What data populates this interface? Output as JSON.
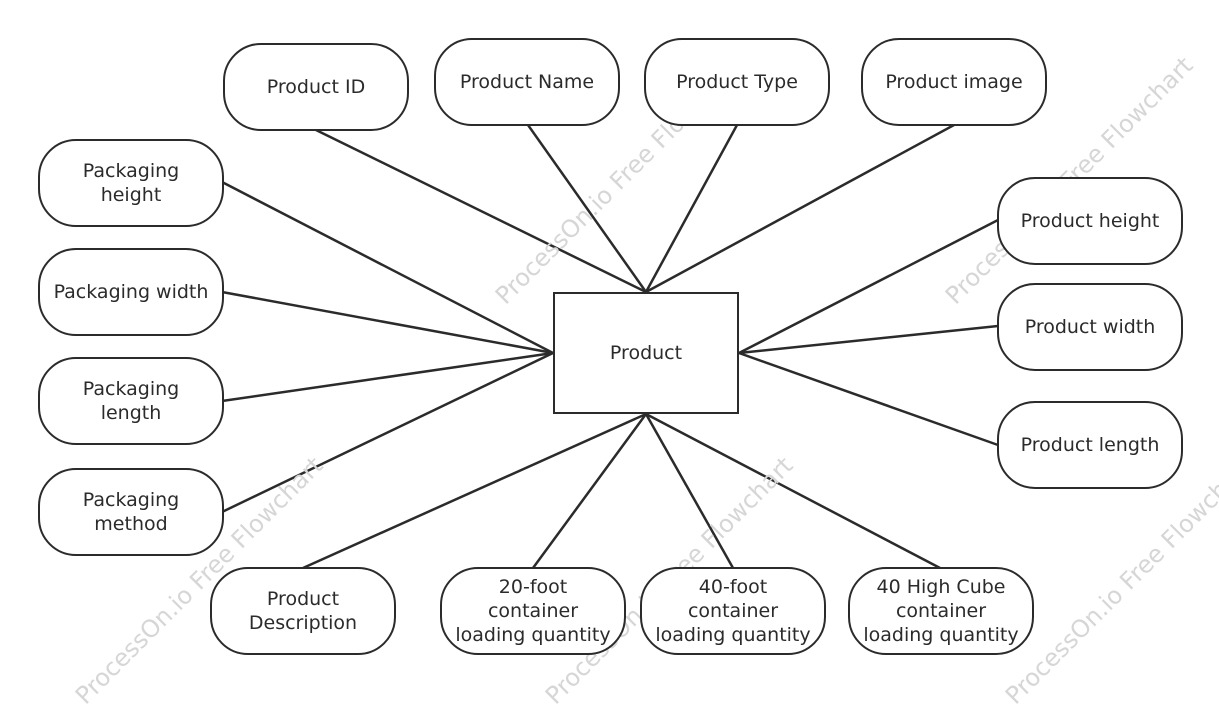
{
  "diagram": {
    "center": {
      "id": "product",
      "label": "Product"
    },
    "nodes": [
      {
        "id": "product-id",
        "label": "Product ID"
      },
      {
        "id": "product-name",
        "label": "Product Name"
      },
      {
        "id": "product-type",
        "label": "Product Type"
      },
      {
        "id": "product-image",
        "label": "Product image"
      },
      {
        "id": "packaging-height",
        "label": "Packaging\nheight"
      },
      {
        "id": "packaging-width",
        "label": "Packaging width"
      },
      {
        "id": "packaging-length",
        "label": "Packaging\nlength"
      },
      {
        "id": "packaging-method",
        "label": "Packaging\nmethod"
      },
      {
        "id": "product-height",
        "label": "Product height"
      },
      {
        "id": "product-width",
        "label": "Product width"
      },
      {
        "id": "product-length",
        "label": "Product length"
      },
      {
        "id": "product-description",
        "label": "Product\nDescription"
      },
      {
        "id": "20ft-loading",
        "label": "20-foot\ncontainer\nloading quantity"
      },
      {
        "id": "40ft-loading",
        "label": "40-foot\ncontainer\nloading quantity"
      },
      {
        "id": "40hc-loading",
        "label": "40 High Cube\ncontainer\nloading quantity"
      }
    ],
    "edges": [
      [
        "product",
        "product-id"
      ],
      [
        "product",
        "product-name"
      ],
      [
        "product",
        "product-type"
      ],
      [
        "product",
        "product-image"
      ],
      [
        "product",
        "packaging-height"
      ],
      [
        "product",
        "packaging-width"
      ],
      [
        "product",
        "packaging-length"
      ],
      [
        "product",
        "packaging-method"
      ],
      [
        "product",
        "product-height"
      ],
      [
        "product",
        "product-width"
      ],
      [
        "product",
        "product-length"
      ],
      [
        "product",
        "product-description"
      ],
      [
        "product",
        "20ft-loading"
      ],
      [
        "product",
        "40ft-loading"
      ],
      [
        "product",
        "40hc-loading"
      ]
    ]
  },
  "watermark": {
    "text": "ProcessOn.io Free Flowchart"
  },
  "colors": {
    "stroke": "#2b2b2b",
    "background": "#ffffff",
    "watermark": "#d6d6d6"
  }
}
